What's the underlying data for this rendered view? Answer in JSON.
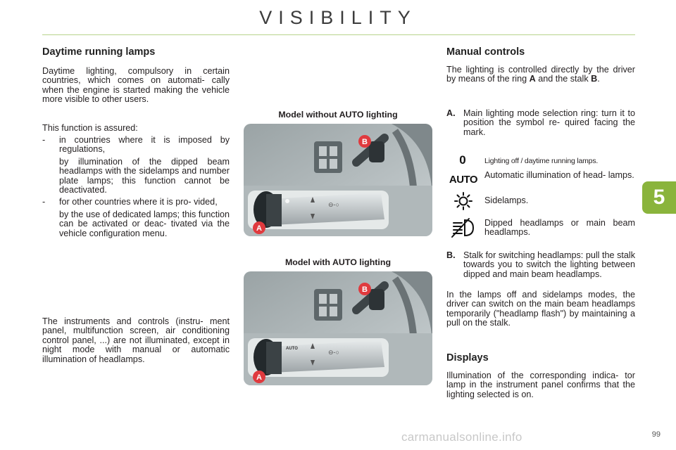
{
  "header": {
    "title": "VISIBILITY"
  },
  "chapter_tab": "5",
  "page_number": "99",
  "watermark": "carmanualsonline.info",
  "left": {
    "heading": "Daytime running lamps",
    "intro": "Daytime lighting, compulsory in certain countries, which comes on automati- cally when the engine is started making the vehicle more visible to other users.",
    "assured_label": "This function is assured:",
    "items": [
      {
        "dash": "-",
        "text": "in countries where it is imposed by regulations,",
        "sub": "by illumination of the dipped beam headlamps with the sidelamps and number plate lamps; this function cannot be deactivated."
      },
      {
        "dash": "-",
        "text": "for other countries where it is pro- vided,",
        "sub": "by the use of dedicated lamps; this function can be activated or deac- tivated via the vehicle configuration menu."
      }
    ],
    "instruments": "The instruments and controls (instru- ment panel, multifunction screen, air conditioning control panel, ...) are not illuminated, except in night mode with manual or automatic illumination of headlamps."
  },
  "figures": {
    "top_caption": "Model without AUTO lighting",
    "bottom_caption": "Model with AUTO lighting",
    "label_a": "A",
    "label_b": "B",
    "auto_mark": "AUTO"
  },
  "right": {
    "heading": "Manual controls",
    "intro_pre": "The lighting is controlled directly by the driver by means of the ring ",
    "intro_a": "A",
    "intro_mid": " and the stalk ",
    "intro_b": "B",
    "intro_end": ".",
    "a_label": "A.",
    "a_text": "Main lighting mode selection ring: turn it to position the symbol re- quired facing the mark.",
    "symbols": [
      {
        "icon": "zero-symbol-icon",
        "glyph": "0",
        "text": "Lighting off / daytime running lamps."
      },
      {
        "icon": "auto-symbol-icon",
        "glyph": "AUTO",
        "text": "Automatic illumination of head- lamps."
      },
      {
        "icon": "sidelamps-icon",
        "text": "Sidelamps."
      },
      {
        "icon": "headlamps-icon",
        "text": "Dipped headlamps or main beam headlamps."
      }
    ],
    "b_label": "B.",
    "b_text": "Stalk for switching headlamps: pull the stalk towards you to switch the lighting between dipped and main beam headlamps.",
    "flash_text": "In the lamps off and sidelamps modes, the driver can switch on the main beam headlamps temporarily (\"headlamp flash\") by maintaining a pull on the stalk.",
    "displays_heading": "Displays",
    "displays_text": "Illumination of the corresponding indica- tor lamp in the instrument panel confirms that the lighting selected is on."
  },
  "colors": {
    "accent_green": "#8ab43c",
    "rule_green": "#b8d48c",
    "callout_red": "#e03a3e"
  }
}
